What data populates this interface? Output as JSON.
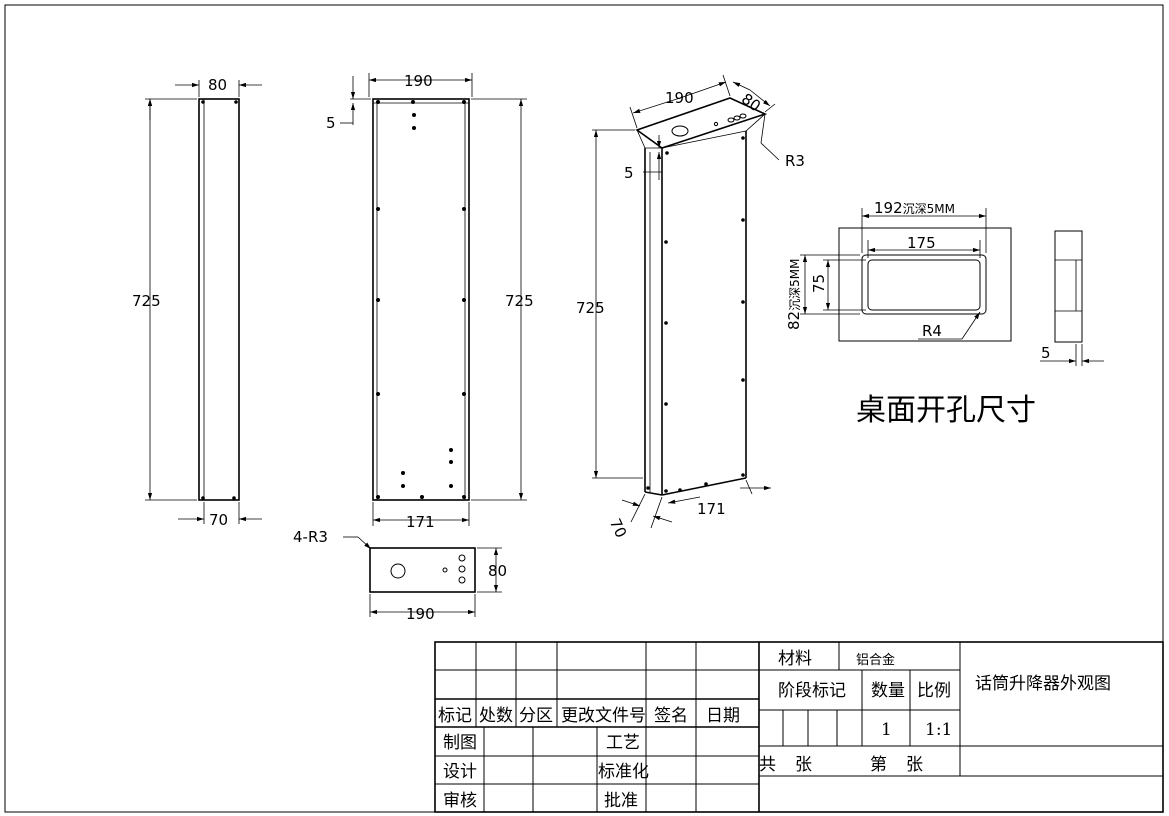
{
  "side_view": {
    "width_top": "80",
    "height": "725",
    "width_bottom": "70"
  },
  "front_view": {
    "width_top": "190",
    "offset": "5",
    "height": "725",
    "width_bottom": "171"
  },
  "iso_view": {
    "width": "190",
    "depth": "80",
    "radius": "R3",
    "offset": "5",
    "height": "725",
    "bottom_depth": "70",
    "bottom_width": "171"
  },
  "top_view": {
    "corner_note": "4-R3",
    "width": "190",
    "depth": "80"
  },
  "cutout": {
    "outer_width": "192",
    "outer_depth_note": "沉深5MM",
    "inner_width": "175",
    "outer_height": "82",
    "outer_height_note": "沉深5MM",
    "inner_height": "75",
    "radius": "R4",
    "side_thickness": "5",
    "title": "桌面开孔尺寸"
  },
  "title_block": {
    "headers": [
      "标记",
      "处数",
      "分区",
      "更改文件号",
      "签名",
      "日期"
    ],
    "left_rows": [
      "制图",
      "设计",
      "审核"
    ],
    "right_rows": [
      "工艺",
      "标准化",
      "批准"
    ],
    "material_label": "材料",
    "material_value": "铝合金",
    "stage_label": "阶段标记",
    "qty_label": "数量",
    "scale_label": "比例",
    "qty_value": "1",
    "scale_value": "1:1",
    "sheets_total_prefix": "共",
    "sheet_prefix": "第",
    "sheet_suffix": "张",
    "drawing_title": "话筒升降器外观图"
  }
}
